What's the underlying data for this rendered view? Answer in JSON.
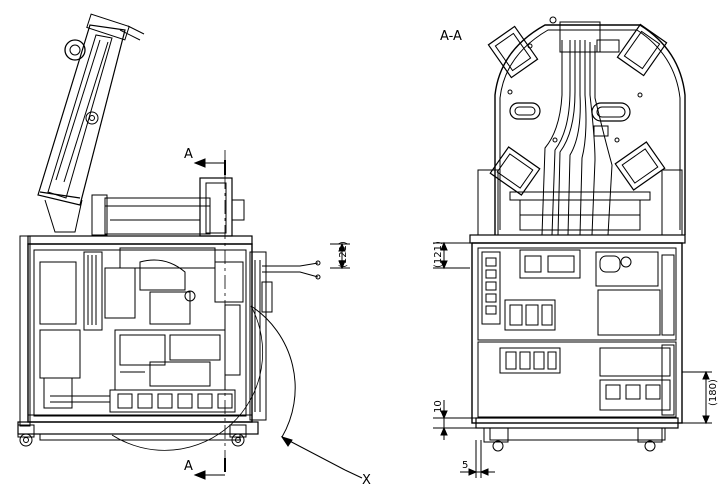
{
  "views": {
    "section_name": "A-A",
    "section_arrow_top": "A",
    "section_arrow_bottom": "A",
    "detail_ref": "X"
  },
  "dimensions": {
    "left_height": "(121)",
    "right_upper_height": "(121)",
    "right_lower_height": "(180)",
    "base_gap": "10",
    "side_offset": "5"
  },
  "colors": {
    "line": "#000000",
    "background": "#ffffff"
  }
}
